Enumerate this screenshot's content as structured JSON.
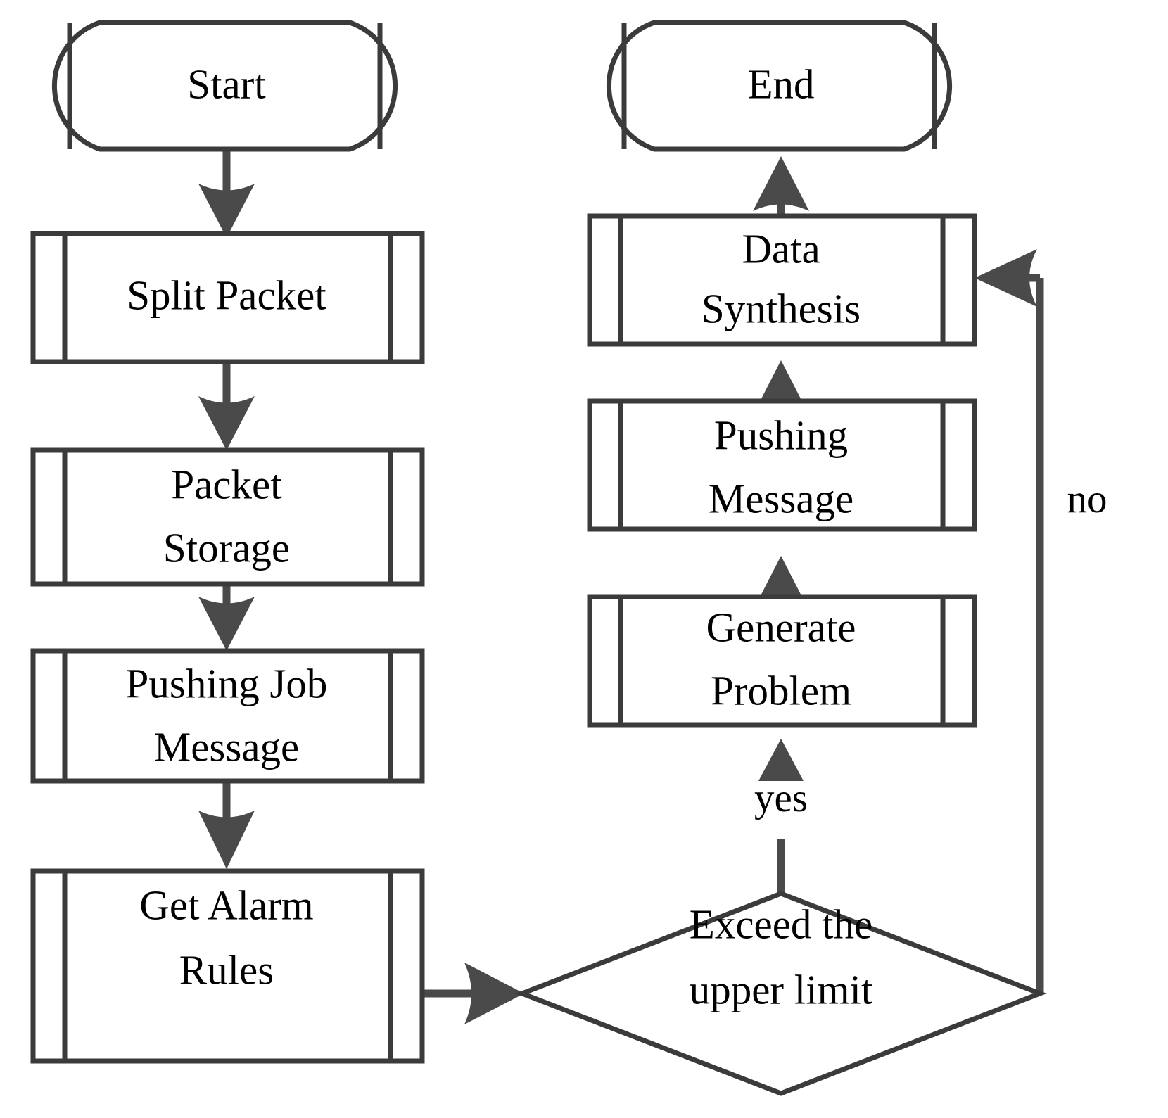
{
  "diagram": {
    "type": "flowchart",
    "title": "",
    "stroke_color": "#3b3b3b",
    "edge_color": "#4a4a4a",
    "text_color": "#000000",
    "background_color": "#ffffff",
    "nodes": [
      {
        "id": "start",
        "shape": "terminator",
        "lines": [
          "Start"
        ],
        "line1": "Start",
        "line2": ""
      },
      {
        "id": "split-packet",
        "shape": "predefined-process",
        "lines": [
          "Split Packet"
        ],
        "line1": "Split Packet",
        "line2": ""
      },
      {
        "id": "packet-storage",
        "shape": "predefined-process",
        "lines": [
          "Packet",
          "Storage"
        ],
        "line1": "Packet",
        "line2": "Storage"
      },
      {
        "id": "pushing-job-message",
        "shape": "predefined-process",
        "lines": [
          "Pushing Job",
          "Message"
        ],
        "line1": "Pushing Job",
        "line2": "Message"
      },
      {
        "id": "get-alarm-rules",
        "shape": "predefined-process",
        "lines": [
          "Get Alarm",
          "Rules"
        ],
        "line1": "Get Alarm",
        "line2": "Rules"
      },
      {
        "id": "exceed-upper-limit",
        "shape": "decision",
        "lines": [
          "Exceed the",
          "upper limit"
        ],
        "line1": "Exceed the",
        "line2": "upper limit"
      },
      {
        "id": "generate-problem",
        "shape": "predefined-process",
        "lines": [
          "Generate",
          "Problem"
        ],
        "line1": "Generate",
        "line2": "Problem"
      },
      {
        "id": "pushing-message",
        "shape": "predefined-process",
        "lines": [
          "Pushing",
          "Message"
        ],
        "line1": "Pushing",
        "line2": "Message"
      },
      {
        "id": "data-synthesis",
        "shape": "predefined-process",
        "lines": [
          "Data",
          "Synthesis"
        ],
        "line1": "Data",
        "line2": "Synthesis"
      },
      {
        "id": "end",
        "shape": "terminator",
        "lines": [
          "End"
        ],
        "line1": "End",
        "line2": ""
      }
    ],
    "edges": [
      {
        "id": "e1",
        "from": "start",
        "to": "split-packet",
        "label": ""
      },
      {
        "id": "e2",
        "from": "split-packet",
        "to": "packet-storage",
        "label": ""
      },
      {
        "id": "e3",
        "from": "packet-storage",
        "to": "pushing-job-message",
        "label": ""
      },
      {
        "id": "e4",
        "from": "pushing-job-message",
        "to": "get-alarm-rules",
        "label": ""
      },
      {
        "id": "e5",
        "from": "get-alarm-rules",
        "to": "exceed-upper-limit",
        "label": ""
      },
      {
        "id": "e6",
        "from": "exceed-upper-limit",
        "to": "generate-problem",
        "label": "yes"
      },
      {
        "id": "e7",
        "from": "generate-problem",
        "to": "pushing-message",
        "label": ""
      },
      {
        "id": "e8",
        "from": "pushing-message",
        "to": "data-synthesis",
        "label": ""
      },
      {
        "id": "e9",
        "from": "data-synthesis",
        "to": "end",
        "label": ""
      },
      {
        "id": "e10",
        "from": "exceed-upper-limit",
        "to": "data-synthesis",
        "label": "no"
      }
    ],
    "edge_labels": {
      "yes": "yes",
      "no": "no"
    }
  }
}
